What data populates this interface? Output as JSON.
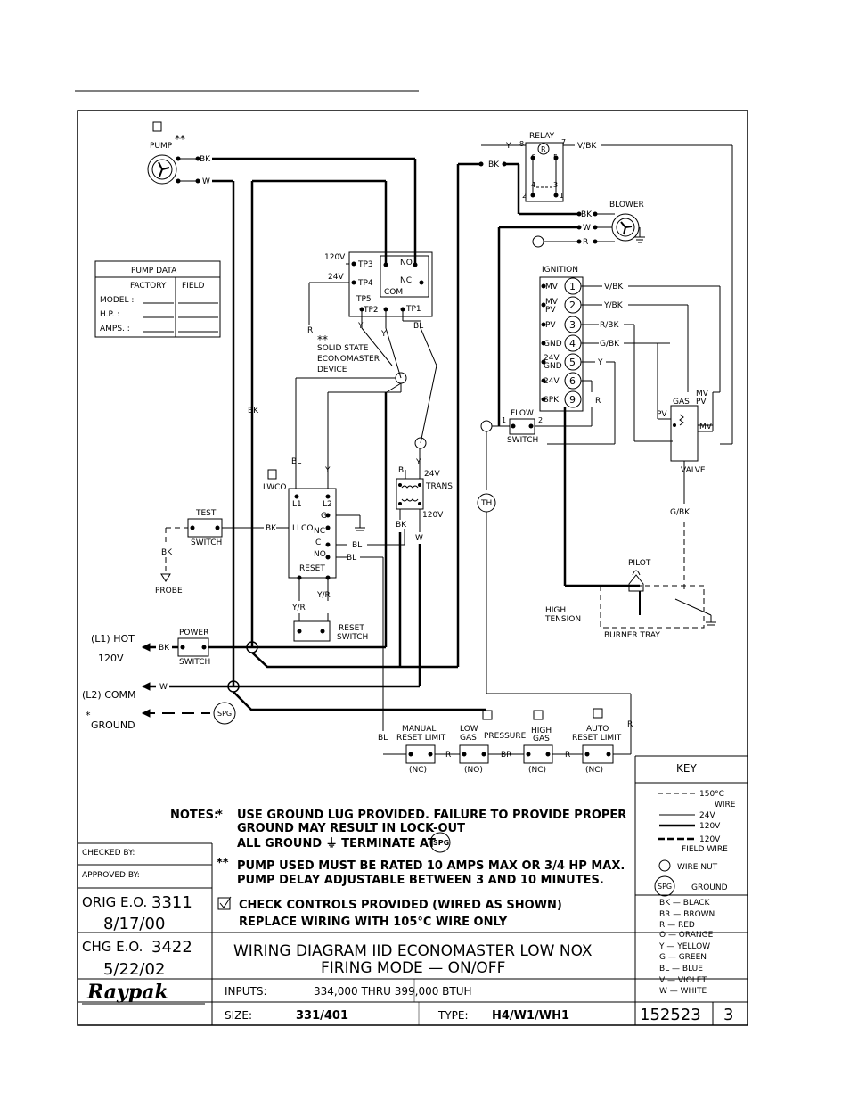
{
  "labels": {
    "pump": "PUMP",
    "stars": "**",
    "bk": "BK",
    "w": "W",
    "y": "Y",
    "r": "R",
    "bl": "BL",
    "relay": "RELAY",
    "vbk": "V/BK",
    "blower": "BLOWER",
    "tp3": "TP3",
    "tp4": "TP4",
    "tp5": "TP5",
    "tp2": "TP2",
    "tp1": "TP1",
    "v120": "120V",
    "v24": "24V",
    "no": "NO",
    "nc": "NC",
    "com": "COM",
    "ss1": "SOLID STATE",
    "ss2": "ECONOMASTER",
    "ss3": "DEVICE",
    "pumpdata": "PUMP DATA",
    "factory": "FACTORY",
    "field": "FIELD",
    "model": "MODEL :",
    "hp": "H.P. :",
    "amps": "AMPS. :",
    "ignition": "IGNITION",
    "mv": "MV",
    "pv": "PV",
    "gnd": "GND",
    "spk": "SPK",
    "n1": "1",
    "n2": "2",
    "n3": "3",
    "n4": "4",
    "n5": "5",
    "n6": "6",
    "n9": "9",
    "ybk": "Y/BK",
    "rbk": "R/BK",
    "gbk": "G/BK",
    "flow": "FLOW",
    "switch": "SWITCH",
    "gas": "GAS",
    "valve": "VALVE",
    "lwco": "LWCO",
    "l1": "L1",
    "l2": "L2",
    "g": "G",
    "llco": "LLCO",
    "c": "C",
    "reset": "RESET",
    "trans": "TRANS",
    "th": "TH",
    "test": "TEST",
    "probe": "PROBE",
    "yr": "Y/R",
    "resetswitch1": "RESET",
    "resetswitch2": "SWITCH",
    "pilot": "PILOT",
    "hightension1": "HIGH",
    "hightension2": "TENSION",
    "burnertray": "BURNER TRAY",
    "l1hot": "(L1) HOT",
    "power": "POWER",
    "l2comm": "(L2) COMM",
    "star": "*",
    "ground": "GROUND",
    "spg": "SPG",
    "manual": "MANUAL",
    "resetlimit": "RESET LIMIT",
    "low": "LOW",
    "gaslbl": "GAS",
    "pressure": "PRESSURE",
    "high": "HIGH",
    "auto": "AUTO",
    "br": "BR",
    "ncp": "(NC)",
    "nop": "(NO)"
  },
  "key": {
    "title": "KEY",
    "k150": "150°C",
    "kwire": "WIRE",
    "k24": "24V",
    "k120": "120V",
    "k120b": "120V",
    "kfield": "FIELD WIRE",
    "wirenut": "WIRE NUT",
    "spg": "SPG",
    "ground": "GROUND",
    "colors": [
      "BK — BLACK",
      "BR — BROWN",
      "R — RED",
      "O — ORANGE",
      "Y — YELLOW",
      "G — GREEN",
      "BL — BLUE",
      "V — VIOLET",
      "W — WHITE"
    ]
  },
  "notes": {
    "label": "NOTES:",
    "star": "*",
    "n1a": "USE GROUND LUG PROVIDED. FAILURE TO PROVIDE PROPER",
    "n1b": "GROUND MAY RESULT IN LOCK-OUT",
    "n1c": "ALL GROUND ⏚ TERMINATE AT",
    "spg": "SPG",
    "dstar": "**",
    "n2a": "PUMP USED MUST BE RATED 10 AMPS MAX OR 3/4 HP MAX.",
    "n2b": "PUMP DELAY ADJUSTABLE BETWEEN 3 AND 10 MINUTES.",
    "n3a": "CHECK CONTROLS PROVIDED (WIRED AS SHOWN)",
    "n3b": "REPLACE WIRING WITH 105°C WIRE ONLY"
  },
  "titleblock": {
    "checked": "CHECKED BY:",
    "approved": "APPROVED BY:",
    "orig_label": "ORIG E.O.",
    "orig_no": "3311",
    "orig_date": "8/17/00",
    "chg_label": "CHG E.O.",
    "chg_no": "3422",
    "chg_date": "5/22/02",
    "title1": "WIRING DIAGRAM IID ECONOMASTER LOW NOX",
    "title2": "FIRING MODE — ON/OFF",
    "logo": "Raypak",
    "inputs_label": "INPUTS:",
    "inputs_value": "334,000 THRU 399,000 BTUH",
    "size_label": "SIZE:",
    "size_value": "331/401",
    "type_label": "TYPE:",
    "type_value": "H4/W1/WH1",
    "drawing_no": "152523",
    "rev": "3"
  }
}
